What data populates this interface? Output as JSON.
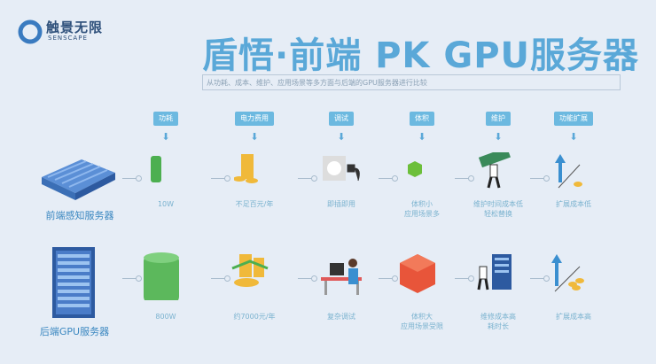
{
  "logo": {
    "name": "触景无限",
    "sub": "SENSCAPE"
  },
  "title": "盾悟·前端 PK GPU服务器",
  "subtitle": "从功耗、成本、维护、应用场景等多方面与后端的GPU服务器进行比较",
  "headers": [
    "功耗",
    "电力费用",
    "调试",
    "体积",
    "维护",
    "功能扩展"
  ],
  "front": {
    "name": "前端感知服务器",
    "labels": [
      [
        "10W"
      ],
      [
        "不足百元/年"
      ],
      [
        "即插即用"
      ],
      [
        "体积小",
        "应用场景多"
      ],
      [
        "维护时间成本低",
        "轻松替换"
      ],
      [
        "扩展成本低"
      ]
    ]
  },
  "back": {
    "name": "后端GPU服务器",
    "labels": [
      [
        "800W"
      ],
      [
        "约7000元/年"
      ],
      [
        "复杂调试"
      ],
      [
        "体积大",
        "应用场景受限"
      ],
      [
        "维修成本高",
        "耗时长"
      ],
      [
        "扩展成本高"
      ]
    ]
  },
  "colors": {
    "accent": "#5aa8d8",
    "header": "#6cb9e0",
    "green": "#4caf50",
    "gold": "#f0b93a"
  }
}
